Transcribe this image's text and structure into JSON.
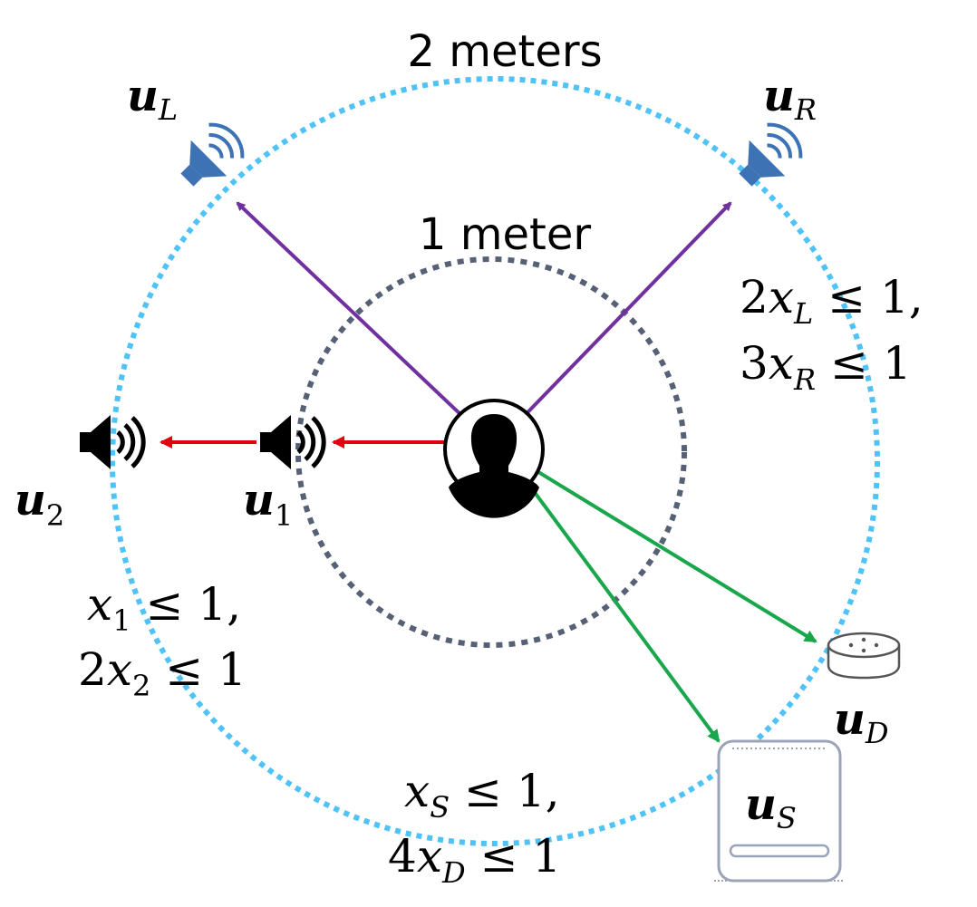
{
  "labels": {
    "outer_radius": "2 meters",
    "inner_radius": "1 meter"
  },
  "devices": {
    "speaker_left": {
      "symbol": "u",
      "sub": "L"
    },
    "speaker_right": {
      "symbol": "u",
      "sub": "R"
    },
    "speaker_1": {
      "symbol": "u",
      "sub": "1"
    },
    "speaker_2": {
      "symbol": "u",
      "sub": "2"
    },
    "smart_speaker_dot": {
      "symbol": "u",
      "sub": "D"
    },
    "smart_speaker_s": {
      "symbol": "u",
      "sub": "S"
    }
  },
  "constraints": {
    "lr": [
      {
        "coef": "2",
        "var": "x",
        "sub": "L",
        "rel": "≤",
        "rhs": "1",
        "trail": ","
      },
      {
        "coef": "3",
        "var": "x",
        "sub": "R",
        "rel": "≤",
        "rhs": "1",
        "trail": ""
      }
    ],
    "pair12": [
      {
        "coef": "",
        "var": "x",
        "sub": "1",
        "rel": "≤",
        "rhs": "1",
        "trail": ","
      },
      {
        "coef": "2",
        "var": "x",
        "sub": "2",
        "rel": "≤",
        "rhs": "1",
        "trail": ""
      }
    ],
    "sd": [
      {
        "coef": "",
        "var": "x",
        "sub": "S",
        "rel": "≤",
        "rhs": "1",
        "trail": ","
      },
      {
        "coef": "4",
        "var": "x",
        "sub": "D",
        "rel": "≤",
        "rhs": "1",
        "trail": ""
      }
    ]
  },
  "colors": {
    "outer_circle": "#4fc3f7",
    "inner_circle": "#566175",
    "purple_arrow": "#7030a0",
    "red_arrow": "#e3000f",
    "green_arrow": "#1aa64b",
    "blue_speaker": "#3d72b4"
  }
}
